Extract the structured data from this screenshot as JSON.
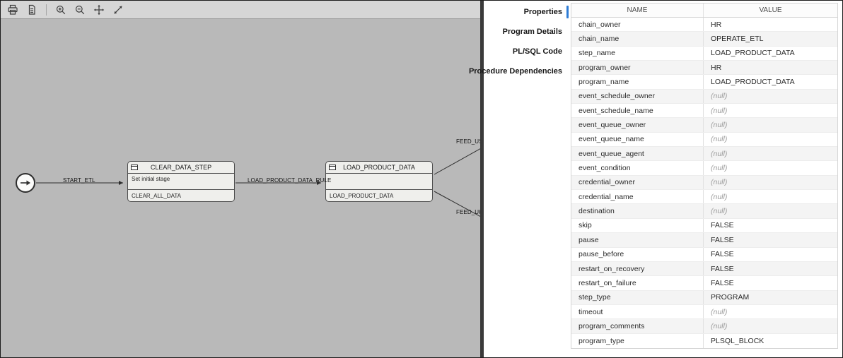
{
  "canvas": {
    "toolbar": {
      "icons": [
        "print-icon",
        "save-diagram-icon",
        "zoom-in-icon",
        "zoom-out-icon",
        "pan-icon",
        "fit-to-window-icon"
      ]
    },
    "nodes": [
      {
        "title": "CLEAR_DATA_STEP",
        "body": "Set initial stage",
        "footer": "CLEAR_ALL_DATA"
      },
      {
        "title": "LOAD_PRODUCT_DATA",
        "body": "",
        "footer": "LOAD_PRODUCT_DATA"
      }
    ],
    "edges": {
      "start_etl": "START_ETL",
      "rule": "LOAD_PRODUCT_DATA_RULE",
      "feed_us": "FEED_US_DATA",
      "feed_uk": "FEED_UK_DATA"
    }
  },
  "panel": {
    "tabs": [
      {
        "label": "Properties",
        "selected": true
      },
      {
        "label": "Program Details",
        "selected": false
      },
      {
        "label": "PL/SQL Code",
        "selected": false
      },
      {
        "label": "Procedure Dependencies",
        "selected": false
      }
    ],
    "table": {
      "columns": [
        "NAME",
        "VALUE"
      ],
      "rows": [
        {
          "name": "chain_owner",
          "value": "HR",
          "is_null": false
        },
        {
          "name": "chain_name",
          "value": "OPERATE_ETL",
          "is_null": false
        },
        {
          "name": "step_name",
          "value": "LOAD_PRODUCT_DATA",
          "is_null": false
        },
        {
          "name": "program_owner",
          "value": "HR",
          "is_null": false
        },
        {
          "name": "program_name",
          "value": "LOAD_PRODUCT_DATA",
          "is_null": false
        },
        {
          "name": "event_schedule_owner",
          "value": "(null)",
          "is_null": true
        },
        {
          "name": "event_schedule_name",
          "value": "(null)",
          "is_null": true
        },
        {
          "name": "event_queue_owner",
          "value": "(null)",
          "is_null": true
        },
        {
          "name": "event_queue_name",
          "value": "(null)",
          "is_null": true
        },
        {
          "name": "event_queue_agent",
          "value": "(null)",
          "is_null": true
        },
        {
          "name": "event_condition",
          "value": "(null)",
          "is_null": true
        },
        {
          "name": "credential_owner",
          "value": "(null)",
          "is_null": true
        },
        {
          "name": "credential_name",
          "value": "(null)",
          "is_null": true
        },
        {
          "name": "destination",
          "value": "(null)",
          "is_null": true
        },
        {
          "name": "skip",
          "value": "FALSE",
          "is_null": false
        },
        {
          "name": "pause",
          "value": "FALSE",
          "is_null": false
        },
        {
          "name": "pause_before",
          "value": "FALSE",
          "is_null": false
        },
        {
          "name": "restart_on_recovery",
          "value": "FALSE",
          "is_null": false
        },
        {
          "name": "restart_on_failure",
          "value": "FALSE",
          "is_null": false
        },
        {
          "name": "step_type",
          "value": "PROGRAM",
          "is_null": false
        },
        {
          "name": "timeout",
          "value": "(null)",
          "is_null": true
        },
        {
          "name": "program_comments",
          "value": "(null)",
          "is_null": true
        },
        {
          "name": "program_type",
          "value": "PLSQL_BLOCK",
          "is_null": false
        }
      ]
    }
  }
}
